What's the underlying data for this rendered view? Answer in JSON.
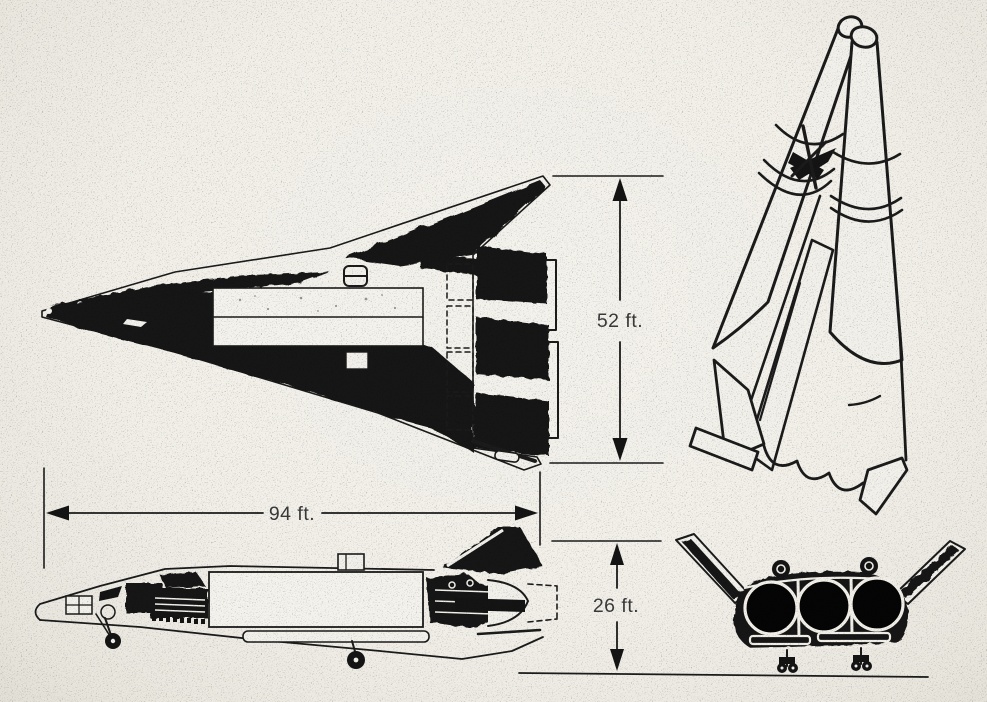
{
  "figure": {
    "description": "Three-view line drawing of a delta-wing reusable spacecraft concept with a perspective view showing two conical external propellant tanks",
    "background_color": "#f1efe8",
    "ink_color": "#1b1b1b",
    "label_color": "#3a3a3a"
  },
  "dimensions": {
    "height_52": {
      "label": "52 ft."
    },
    "length_94": {
      "label": "94 ft."
    },
    "height_26": {
      "label": "26 ft."
    }
  }
}
